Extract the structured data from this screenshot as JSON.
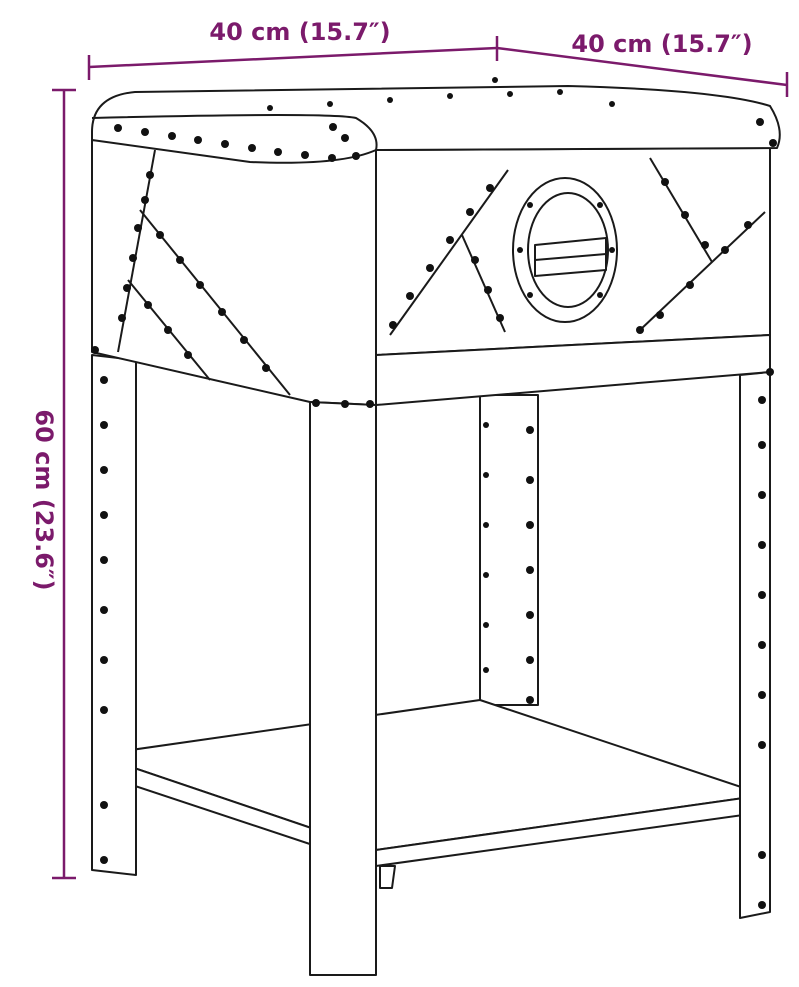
{
  "colors": {
    "dimension": "#7b1a6b",
    "outline": "#1a1a1a",
    "background": "#ffffff",
    "rivet": "#111111"
  },
  "dimensions": {
    "width": "40 cm (15.7″)",
    "depth": "40 cm (15.7″)",
    "height": "60 cm (23.6″)"
  }
}
